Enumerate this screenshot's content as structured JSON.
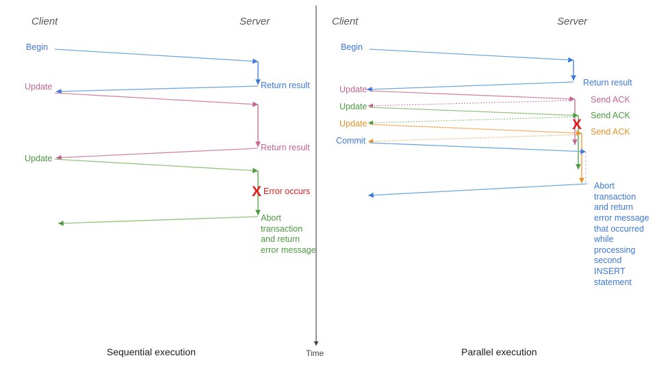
{
  "diagram": {
    "title_left": "Sequential execution",
    "title_right": "Parallel execution",
    "time_axis_label": "Time",
    "colors": {
      "blue": "#3c78d8",
      "blue_light": "#6fa8dc",
      "pink": "#c2648f",
      "pink_light": "#e0a3bf",
      "green": "#4b9a3f",
      "green_light": "#93c47d",
      "orange": "#e8912a",
      "orange_light": "#f6b26b",
      "red": "#e01b1b",
      "gray": "#595959",
      "axis": "#404040"
    }
  },
  "left_panel": {
    "name": "Sequential execution",
    "header_client": "Client",
    "header_server": "Server",
    "caption": "Sequential execution",
    "client_messages": [
      {
        "label": "Begin",
        "color": "blue"
      },
      {
        "label": "Update",
        "color": "pink"
      },
      {
        "label": "Update",
        "color": "green"
      }
    ],
    "server_messages": [
      {
        "label": "Return result",
        "color": "blue"
      },
      {
        "label": "Return result",
        "color": "pink"
      },
      {
        "label": "Error occurs",
        "color": "red"
      },
      {
        "label": "Abort\ntransaction\nand return\nerror message",
        "color": "green"
      }
    ],
    "error_marker": "X"
  },
  "right_panel": {
    "name": "Parallel execution",
    "header_client": "Client",
    "header_server": "Server",
    "caption": "Parallel execution",
    "client_messages": [
      {
        "label": "Begin",
        "color": "blue"
      },
      {
        "label": "Update",
        "color": "pink"
      },
      {
        "label": "Update",
        "color": "green"
      },
      {
        "label": "Update",
        "color": "orange"
      },
      {
        "label": "Commit",
        "color": "blue"
      }
    ],
    "server_messages": [
      {
        "label": "Return result",
        "color": "blue"
      },
      {
        "label": "Send ACK",
        "color": "pink"
      },
      {
        "label": "Send ACK",
        "color": "green"
      },
      {
        "label": "Send ACK",
        "color": "orange"
      },
      {
        "label": "Abort\ntransaction\nand return\nerror message\nthat occurred\nwhile\nprocessing\nsecond\nINSERT\nstatement",
        "color": "blue"
      }
    ],
    "error_marker": "X"
  }
}
